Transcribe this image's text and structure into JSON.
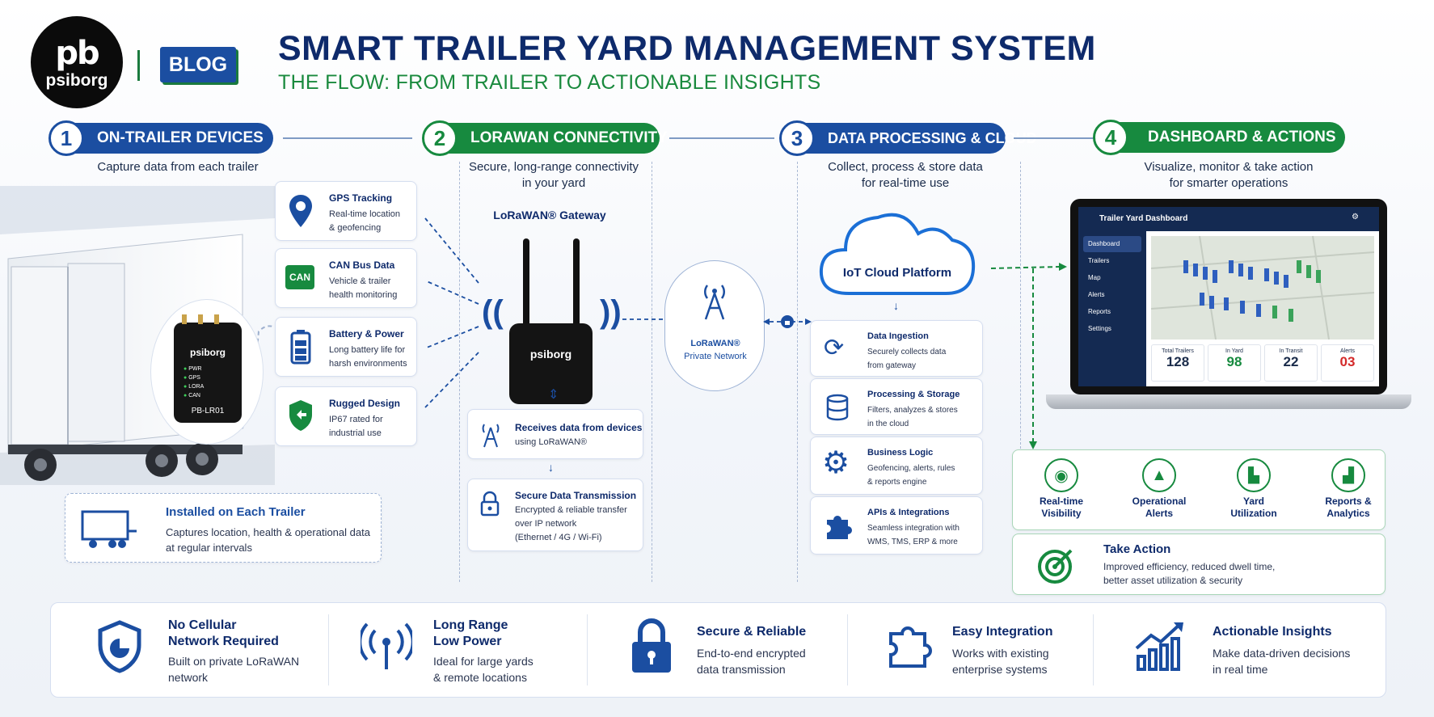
{
  "brand": {
    "logo_mark": "pb",
    "logo_name": "psiborg",
    "blog": "BLOG"
  },
  "title": "SMART TRAILER YARD MANAGEMENT SYSTEM",
  "subtitle": "THE FLOW: FROM TRAILER TO ACTIONABLE INSIGHTS",
  "steps": [
    {
      "num": "1",
      "label": "ON-TRAILER DEVICES",
      "caption": "Capture data from each trailer"
    },
    {
      "num": "2",
      "label": "LORAWAN CONNECTIVITY",
      "caption_l1": "Secure, long-range connectivity",
      "caption_l2": "in your yard"
    },
    {
      "num": "3",
      "label": "DATA PROCESSING & CLOUD",
      "caption_l1": "Collect, process & store data",
      "caption_l2": "for real-time use"
    },
    {
      "num": "4",
      "label": "DASHBOARD & ACTIONS",
      "caption_l1": "Visualize, monitor & take action",
      "caption_l2": "for smarter operations"
    }
  ],
  "device_features": [
    {
      "icon": "map-pin-icon",
      "title": "GPS Tracking",
      "l1": "Real-time location",
      "l2": "& geofencing"
    },
    {
      "icon": "can-icon",
      "title": "CAN Bus Data",
      "l1": "Vehicle & trailer",
      "l2": "health monitoring",
      "badge": "CAN"
    },
    {
      "icon": "battery-icon",
      "title": "Battery & Power",
      "l1": "Long battery life for",
      "l2": "harsh environments"
    },
    {
      "icon": "shield-icon",
      "title": "Rugged Design",
      "l1": "IP67 rated for",
      "l2": "industrial use"
    }
  ],
  "device": {
    "brand": "psiborg",
    "model": "PB-LR01",
    "leds": [
      "PWR",
      "GPS",
      "LORA",
      "CAN"
    ]
  },
  "installed": {
    "title": "Installed on Each Trailer",
    "l1": "Captures location, health & operational data",
    "l2": "at regular intervals"
  },
  "gateway": {
    "label": "LoRaWAN® Gateway",
    "brand": "psiborg"
  },
  "receives": {
    "title": "Receives data from devices",
    "desc": "using LoRaWAN®"
  },
  "secure_tx": {
    "title": "Secure Data Transmission",
    "l1": "Encrypted & reliable transfer",
    "l2": "over IP network",
    "l3": "(Ethernet / 4G / Wi-Fi)"
  },
  "private_net": {
    "l1": "LoRaWAN®",
    "l2": "Private Network"
  },
  "cloud": {
    "label": "IoT Cloud Platform"
  },
  "cloud_steps": [
    {
      "icon": "refresh-icon",
      "title": "Data Ingestion",
      "l1": "Securely collects data",
      "l2": "from gateway"
    },
    {
      "icon": "database-icon",
      "title": "Processing & Storage",
      "l1": "Filters, analyzes & stores",
      "l2": "in the cloud"
    },
    {
      "icon": "gear-icon",
      "title": "Business Logic",
      "l1": "Geofencing, alerts, rules",
      "l2": "& reports engine"
    },
    {
      "icon": "puzzle-icon",
      "title": "APIs & Integrations",
      "l1": "Seamless integration with",
      "l2": "WMS, TMS, ERP & more"
    }
  ],
  "dashboard": {
    "title": "Trailer Yard Dashboard",
    "menu": [
      "Dashboard",
      "Trailers",
      "Map",
      "Alerts",
      "Reports",
      "Settings"
    ],
    "stats": [
      {
        "label": "Total Trailers",
        "value": "128",
        "color": "#1a2b4a"
      },
      {
        "label": "In Yard",
        "value": "98",
        "color": "#178a3f"
      },
      {
        "label": "In Transit",
        "value": "22",
        "color": "#1a2b4a"
      },
      {
        "label": "Alerts",
        "value": "03",
        "color": "#d42a2a"
      }
    ]
  },
  "outcomes": [
    {
      "icon": "eye-icon",
      "l1": "Real-time",
      "l2": "Visibility"
    },
    {
      "icon": "alert-icon",
      "l1": "Operational",
      "l2": "Alerts"
    },
    {
      "icon": "yard-icon",
      "l1": "Yard",
      "l2": "Utilization"
    },
    {
      "icon": "chart-icon",
      "l1": "Reports &",
      "l2": "Analytics"
    }
  ],
  "take_action": {
    "title": "Take Action",
    "l1": "Improved efficiency, reduced dwell time,",
    "l2": "better asset utilization & security"
  },
  "benefits": [
    {
      "icon": "shield-icon",
      "t1": "No Cellular",
      "t2": "Network Required",
      "d1": "Built on private LoRaWAN",
      "d2": "network"
    },
    {
      "icon": "antenna-icon",
      "t1": "Long Range",
      "t2": "Low Power",
      "d1": "Ideal for large yards",
      "d2": "& remote locations"
    },
    {
      "icon": "lock-icon",
      "t1": "Secure & Reliable",
      "t2": "",
      "d1": "End-to-end encrypted",
      "d2": "data transmission"
    },
    {
      "icon": "puzzle-icon",
      "t1": "Easy Integration",
      "t2": "",
      "d1": "Works with existing",
      "d2": "enterprise systems"
    },
    {
      "icon": "growth-chart-icon",
      "t1": "Actionable Insights",
      "t2": "",
      "d1": "Make data-driven decisions",
      "d2": "in real time"
    }
  ],
  "colors": {
    "navy": "#0e2a6b",
    "blue": "#1b4ea1",
    "green": "#178a3f"
  }
}
